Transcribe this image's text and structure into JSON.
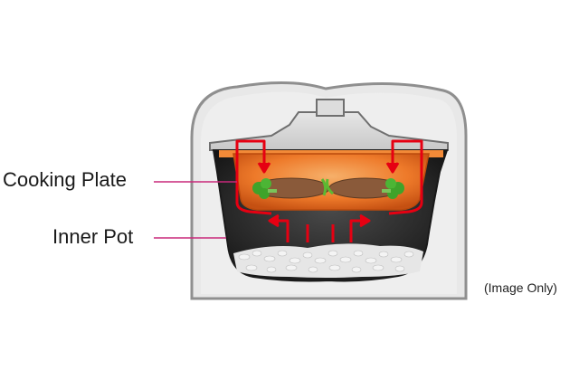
{
  "labels": {
    "cooking_plate": "Cooking Plate",
    "inner_pot": "Inner Pot"
  },
  "note": "(Image Only)",
  "colors": {
    "pointer_line": "#c8287a",
    "steam_arrow": "#e60012",
    "cooking_plate": "#f07a2a",
    "inner_pot": "#2a2a2a",
    "body_shell": "#e8e8e8",
    "rice": "#f4f4f4"
  }
}
